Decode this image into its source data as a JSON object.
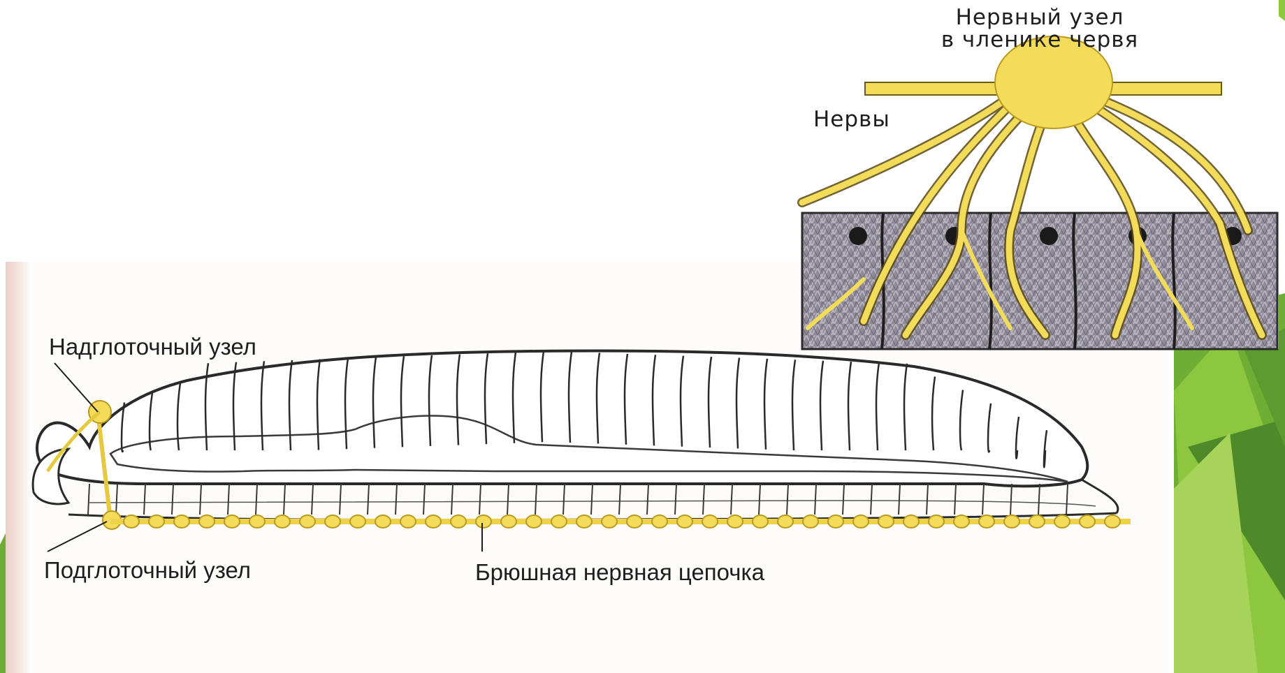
{
  "worm_figure": {
    "labels": {
      "supraesophageal": "Надглоточный узел",
      "subesophageal": "Подглоточный узел",
      "ventral_chain": "Брюшная нервная цепочка"
    }
  },
  "ganglion_figure": {
    "labels": {
      "title_line1": "Нервный узел",
      "title_line2": "в членике червя",
      "nerves": "Нервы"
    }
  },
  "colors": {
    "nerve_yellow": "#f3dc5a",
    "outline": "#2a2a2a",
    "slide_green_dark": "#4e8a2a",
    "slide_green_light": "#8dc63f",
    "tissue": "#8f8a98"
  }
}
